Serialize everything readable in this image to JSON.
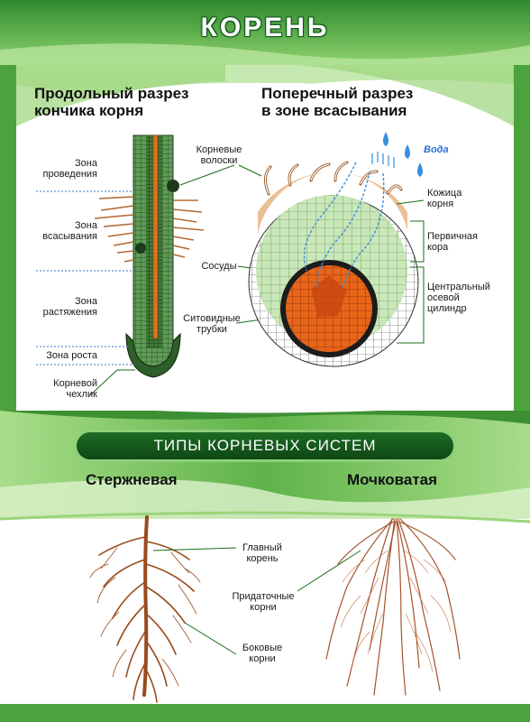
{
  "title": "КОРЕНЬ",
  "section1": {
    "left_header_line1": "Продольный разрез",
    "left_header_line2": "кончика корня",
    "right_header_line1": "Поперечный разрез",
    "right_header_line2": "в зоне всасывания",
    "zones": {
      "conduction": [
        "Зона",
        "проведения"
      ],
      "absorption": [
        "Зона",
        "всасывания"
      ],
      "elongation": [
        "Зона",
        "растяжения"
      ],
      "growth": "Зона роста",
      "cap": [
        "Корневой",
        "чехлик"
      ]
    },
    "center_labels": {
      "root_hairs": [
        "Корневые",
        "волоски"
      ],
      "vessels": "Сосуды",
      "sieve_tubes": [
        "Ситовидные",
        "трубки"
      ]
    },
    "right_labels": {
      "skin": [
        "Кожица",
        "корня"
      ],
      "cortex": [
        "Первичная",
        "кора"
      ],
      "central": [
        "Центральный",
        "осевой",
        "цилиндр"
      ]
    },
    "water_label": "Вода"
  },
  "section2": {
    "banner": "ТИПЫ КОРНЕВЫХ СИСТЕМ",
    "tap_root": "Стержневая",
    "fibrous_root": "Мочковатая",
    "labels": {
      "main_root": [
        "Главный",
        "корень"
      ],
      "adventitious": [
        "Придаточные",
        "корни"
      ],
      "lateral": [
        "Боковые",
        "корни"
      ]
    }
  },
  "colors": {
    "green_dark": "#1d6b24",
    "green_light": "#8ed07a",
    "xylem_orange": "#e8661a",
    "root_brown": "#9a4a1c",
    "water_blue": "#3a8ee0"
  }
}
